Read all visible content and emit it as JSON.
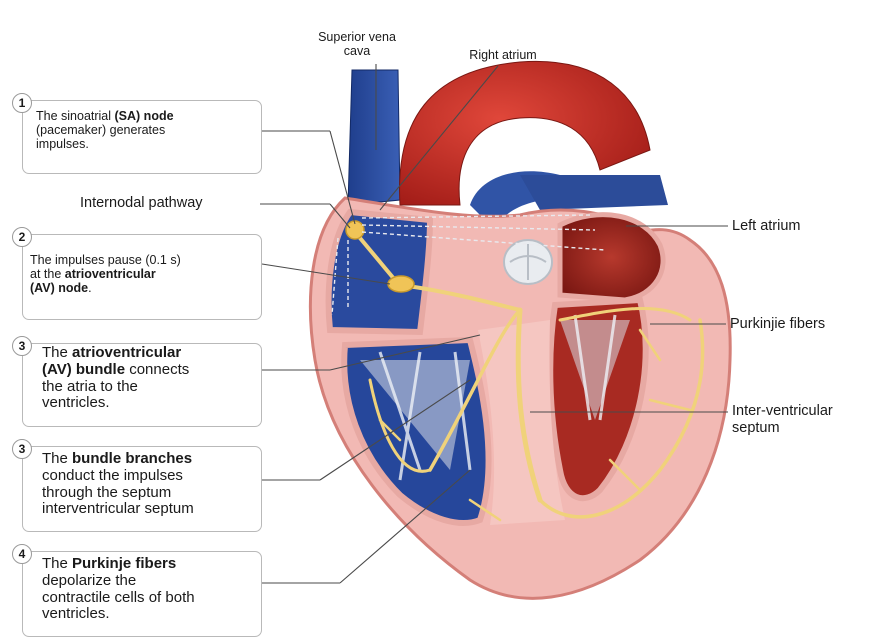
{
  "labels": {
    "superior_vena_cava": "Superior vena\ncava",
    "right_atrium": "Right atrium",
    "internodal_pathway": "Internodal pathway",
    "left_atrium": "Left atrium",
    "purkinjie_fibers": "Purkinjie fibers",
    "inter_ventricular_septum": "Inter-ventricular\nseptum"
  },
  "steps": [
    {
      "number": "1",
      "text_a": "The sinoatrial ",
      "bold": "(SA) node",
      "text_b": "\n(pacemaker) generates\nimpulses."
    },
    {
      "number": "2",
      "text_a": "The impulses pause (0.1 s)\nat the ",
      "bold": "atrioventricular\n(AV) node",
      "text_b": "."
    },
    {
      "number": "3",
      "text_a": "The ",
      "bold": "atrioventricular\n(AV) bundle",
      "text_b": " connects\nthe atria to the\nventricles."
    },
    {
      "number": "3",
      "text_a": "The ",
      "bold": "bundle branches",
      "text_b": "\nconduct the impulses\nthrough the septum\ninterventricular septum"
    },
    {
      "number": "4",
      "text_a": "The ",
      "bold": "Purkinje fibers",
      "text_b": "\ndepolarize the\ncontractile cells of both\nventricles."
    }
  ]
}
